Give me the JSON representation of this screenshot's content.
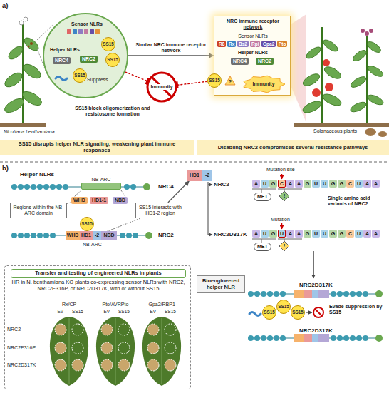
{
  "diagram": {
    "nodes": [
      {
        "text": [
          "Sensor NLRs",
          "Helper NLRs"
        ]
      },
      {
        "text": [
          "NRC4"
        ],
        "in": 0
      },
      {
        "text": [
          "NRC2"
        ],
        "in": 0
      },
      {
        "text": [
          "SS15"
        ],
        "in": 0
      },
      {
        "text": [
          "SS15"
        ],
        "in": 0
      },
      {
        "text": [
          "SS15"
        ],
        "in": 0
      },
      {
        "text": [
          "Immunity"
        ]
      },
      {
        "text": [
          "NRC immune receptor network",
          "Sensor NLRs",
          "Helper NLRs"
        ]
      },
      {
        "text": [
          "R8"
        ],
        "in": 7
      },
      {
        "text": [
          "Rx"
        ],
        "in": 7
      },
      {
        "text": [
          "Bs2"
        ],
        "in": 7
      },
      {
        "text": [
          "Rpi"
        ],
        "in": 7
      },
      {
        "text": [
          "Gpa2"
        ],
        "in": 7
      },
      {
        "text": [
          "Pto"
        ],
        "in": 7
      },
      {
        "text": [
          "NRC4"
        ],
        "in": 7
      },
      {
        "text": [
          "NRC2"
        ],
        "in": 7
      },
      {
        "text": [
          "SS15"
        ],
        "in": 7
      },
      {
        "text": [
          "?"
        ],
        "in": 7
      },
      {
        "text": [
          "Immunity"
        ],
        "in": 7
      },
      {
        "text": [
          "SS15 disrupts helper NLR signaling, weakening plant immune responses"
        ]
      },
      {
        "text": [
          "Disabling NRC2 compromises several resistance pathways"
        ]
      },
      {
        "text": [
          "Regions within the NB-ARC domain"
        ]
      },
      {
        "text": [
          "SS15 interacts with HD1-2 region"
        ]
      },
      {
        "text": [
          "NB-ARC"
        ]
      },
      {
        "text": [
          "WHD"
        ]
      },
      {
        "text": [
          "HD1-1"
        ]
      },
      {
        "text": [
          "NBD"
        ]
      },
      {
        "text": [
          "WHD"
        ]
      },
      {
        "text": [
          "HD1"
        ]
      },
      {
        "text": [
          "-2"
        ]
      },
      {
        "text": [
          "NBD"
        ]
      },
      {
        "text": [
          "SS15"
        ]
      },
      {
        "text": [
          "HD1"
        ]
      },
      {
        "text": [
          "-2"
        ]
      },
      {
        "text": [
          "MET"
        ]
      },
      {
        "text": [
          "!"
        ]
      },
      {
        "text": [
          "MET"
        ]
      },
      {
        "text": [
          "!"
        ]
      },
      {
        "text": [
          "Bioengineered helper NLR"
        ]
      },
      {
        "text": [
          "SS15"
        ]
      },
      {
        "text": [
          "SS15"
        ]
      },
      {
        "text": [
          "SS15"
        ]
      },
      {
        "text": [
          "HR in N. benthamiana KO plants co-expressing sensor NLRs with NRC2, NRC2E316P, or NRC2D317K, with or without SS15"
        ]
      },
      {
        "text": [
          "Transfer and testing of engineered NLRs in plants"
        ],
        "in": 42
      }
    ],
    "edges": [
      {
        "from": 0,
        "to": 7,
        "arrow": "to",
        "label": "Similar NRC immune receptor network"
      },
      {
        "from": 0,
        "to": 6,
        "arrow": "to"
      },
      {
        "from": 16,
        "to": 6,
        "arrow": "to"
      },
      {
        "from": 15,
        "to": 18,
        "arrow": "to"
      },
      {
        "from": 22,
        "to": 32,
        "arrow": "to"
      },
      {
        "from": 21,
        "to": 24,
        "arrow": "none"
      },
      {
        "from": 22,
        "to": 29,
        "arrow": "none"
      }
    ],
    "labels": [
      "a)",
      "Nicotiana benthamiana",
      "Suppress",
      "SS15 block oligomerization and resistosome formation",
      "Solanaceous plants",
      "b)",
      "Helper NLRs",
      "NRC4",
      "NB-ARC",
      "NRC2",
      "Mutation site",
      "A",
      "U",
      "G",
      "C",
      "A",
      "A",
      "G",
      "U",
      "U",
      "G",
      "G",
      "C",
      "U",
      "A",
      "A",
      "NRC2",
      "Single amino acid variants of NRC2",
      "Mutation",
      "A",
      "U",
      "G",
      "U",
      "A",
      "A",
      "G",
      "U",
      "U",
      "G",
      "G",
      "C",
      "U",
      "A",
      "A",
      "NRC2D317K",
      "NRC2D317K",
      "Evade suppression by SS15",
      "NRC2D317K",
      "Rx/CP",
      "Pto/AVRPto",
      "Gpa2/RBP1",
      "EV",
      "SS15",
      "EV",
      "SS15",
      "EV",
      "SS15",
      "NRC2",
      "NRC2E316P",
      "NRC2D317K"
    ]
  }
}
